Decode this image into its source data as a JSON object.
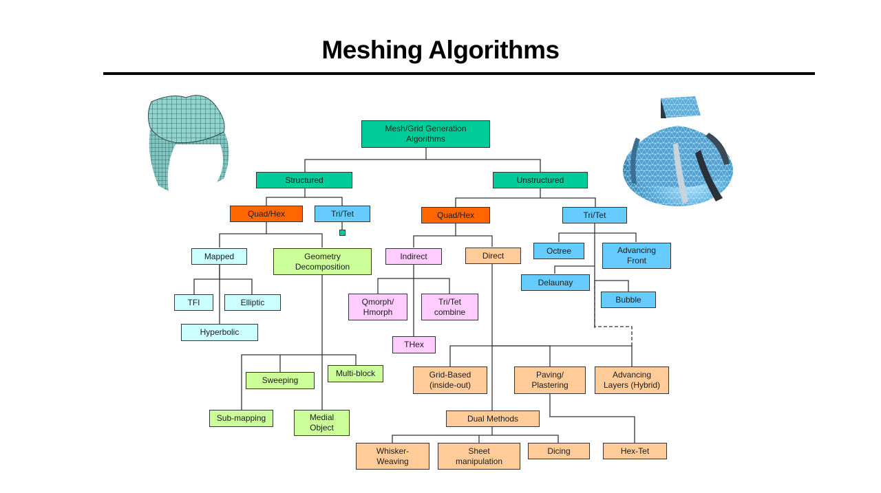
{
  "title": "Meshing Algorithms",
  "images": {
    "left": "structured-hex-mesh-image",
    "right": "unstructured-tet-mesh-impeller-image"
  },
  "colors": {
    "root": "#00cc99",
    "quadhex": "#ff6600",
    "tritet": "#66ccff",
    "mapped": "#ccffff",
    "geometry": "#ccff99",
    "indirect": "#ffccff",
    "direct": "#ffcc99"
  },
  "nodes": {
    "root": "Mesh/Grid Generation\nAlgorithms",
    "structured": "Structured",
    "unstructured": "Unstructured",
    "s_quadhex": "Quad/Hex",
    "s_tritet": "Tri/Tet",
    "u_quadhex": "Quad/Hex",
    "u_tritet": "Tri/Tet",
    "mapped": "Mapped",
    "geometry": "Geometry\nDecomposition",
    "tfi": "TFI",
    "elliptic": "Elliptic",
    "hyperbolic": "Hyperbolic",
    "sweeping": "Sweeping",
    "multiblock": "Multi-block",
    "submapping": "Sub-mapping",
    "medial": "Medial\nObject",
    "indirect": "Indirect",
    "direct": "Direct",
    "qmorph": "Qmorph/\nHmorph",
    "tritet_combine": "Tri/Tet\ncombine",
    "thex": "THex",
    "octree": "Octree",
    "advancing_front": "Advancing\nFront",
    "delaunay": "Delaunay",
    "bubble": "Bubble",
    "grid_based": "Grid-Based\n(inside-out)",
    "paving": "Paving/\nPlastering",
    "advancing_layers": "Advancing\nLayers (Hybrid)",
    "dual_methods": "Dual Methods",
    "whisker": "Whisker-\nWeaving",
    "sheet": "Sheet\nmanipulation",
    "dicing": "Dicing",
    "hextet": "Hex-Tet"
  }
}
